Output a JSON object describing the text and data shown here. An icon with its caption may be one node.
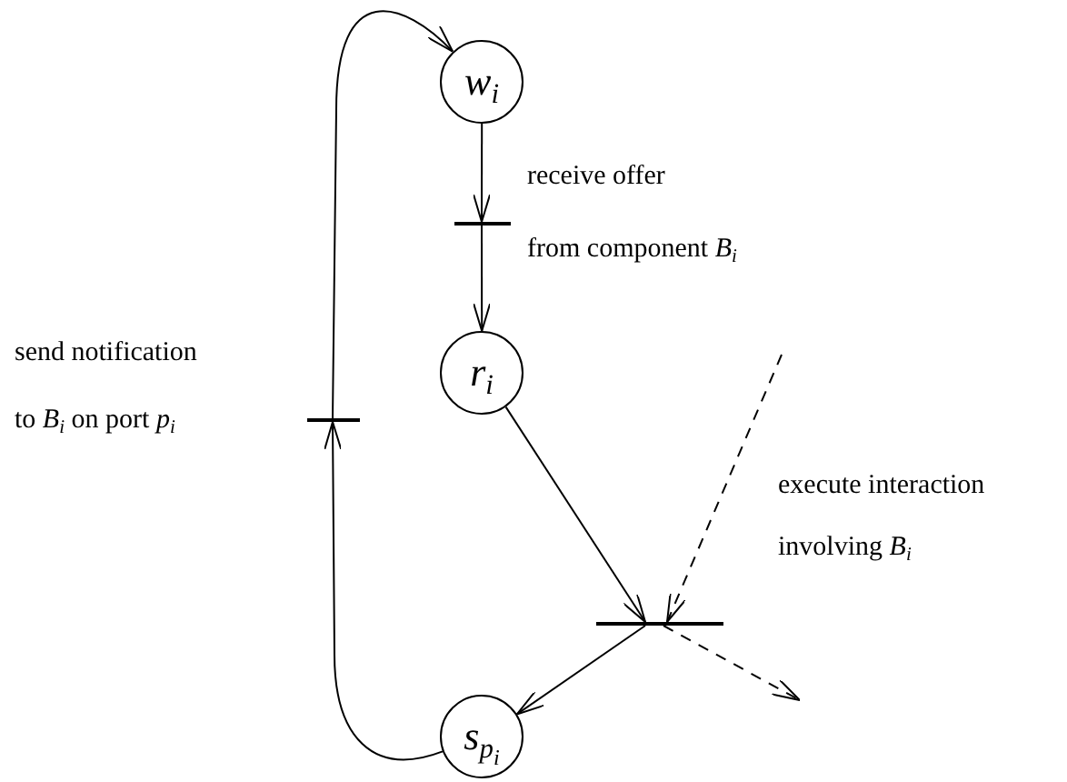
{
  "diagram": {
    "nodes": [
      {
        "text": [
          "*w*$_{i}$"
        ]
      },
      {
        "text": [],
        "shape": "bar",
        "beside": [
          "receive offer",
          "from component *B*$_{i}$"
        ]
      },
      {
        "text": [
          "*r*$_{i}$"
        ]
      },
      {
        "text": [],
        "shape": "bar",
        "beside": [
          "send notification",
          "to *B*$_{i}$ on port *p*$_{i}$"
        ]
      },
      {
        "text": [],
        "shape": "bar",
        "beside": [
          "execute interaction",
          "involving *B*$_{i}$"
        ]
      },
      {
        "text": [
          "*s*$_{p}$$_{i}$"
        ]
      }
    ],
    "edges": [
      {
        "from": 0,
        "to": 1,
        "arrow": "to"
      },
      {
        "from": 1,
        "to": 2,
        "arrow": "to"
      },
      {
        "from": 2,
        "to": 4,
        "arrow": "to"
      },
      {
        "from": null,
        "to": 4,
        "arrow": "to",
        "style": "dashed"
      },
      {
        "from": 4,
        "to": 5,
        "arrow": "to"
      },
      {
        "from": 4,
        "to": null,
        "arrow": "to",
        "style": "dashed"
      },
      {
        "from": 5,
        "to": 3,
        "arrow": "to"
      },
      {
        "from": 3,
        "to": 0,
        "arrow": "to"
      }
    ]
  }
}
